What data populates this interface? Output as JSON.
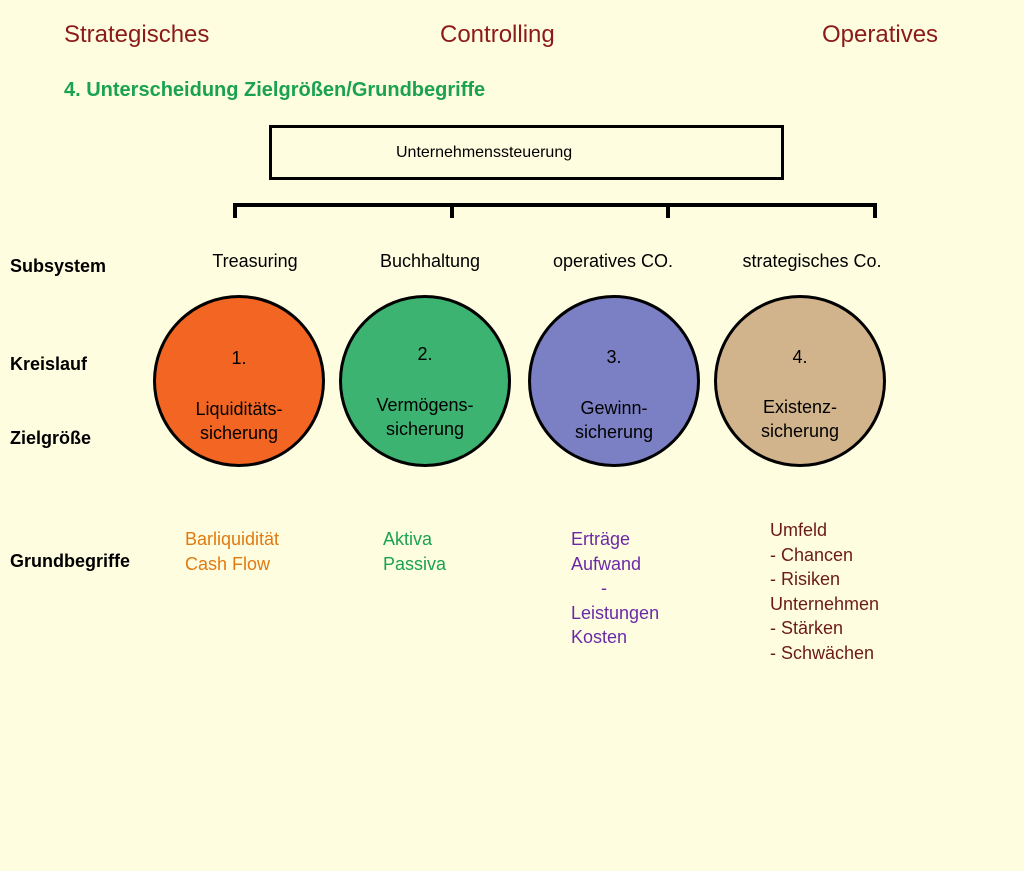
{
  "header": {
    "left": "Strategisches",
    "center": "Controlling",
    "right": "Operatives"
  },
  "subtitle": "4. Unterscheidung Zielgrößen/Grundbegriffe",
  "top_box": "Unternehmenssteuerung",
  "row_labels": {
    "subsystem": "Subsystem",
    "kreislauf": "Kreislauf",
    "zielgroesse": "Zielgröße",
    "grundbegriffe": "Grundbegriffe"
  },
  "columns": [
    {
      "subsystem": "Treasuring",
      "number": "1.",
      "goal_line1": "Liquiditäts-",
      "goal_line2": "sicherung",
      "color": "#f26522",
      "term_color": "#e07a12",
      "terms": [
        "Barliquidität",
        "Cash Flow"
      ]
    },
    {
      "subsystem": "Buchhaltung",
      "number": "2.",
      "goal_line1": "Vermögens-",
      "goal_line2": "sicherung",
      "color": "#3cb371",
      "term_color": "#1aa251",
      "terms": [
        "Aktiva",
        "Passiva"
      ]
    },
    {
      "subsystem": "operatives CO.",
      "number": "3.",
      "goal_line1": "Gewinn-",
      "goal_line2": "sicherung",
      "color": "#7b7fc4",
      "term_color": "#6a2aa8",
      "terms": [
        "Erträge",
        "Aufwand",
        "      -",
        "Leistungen",
        "Kosten"
      ]
    },
    {
      "subsystem": "strategisches Co.",
      "number": "4.",
      "goal_line1": "Existenz-",
      "goal_line2": "sicherung",
      "color": "#d2b48c",
      "term_color": "#6b1a1a",
      "terms": [
        "Umfeld",
        "- Chancen",
        "- Risiken",
        "Unternehmen",
        "- Stärken",
        "- Schwächen"
      ]
    }
  ]
}
